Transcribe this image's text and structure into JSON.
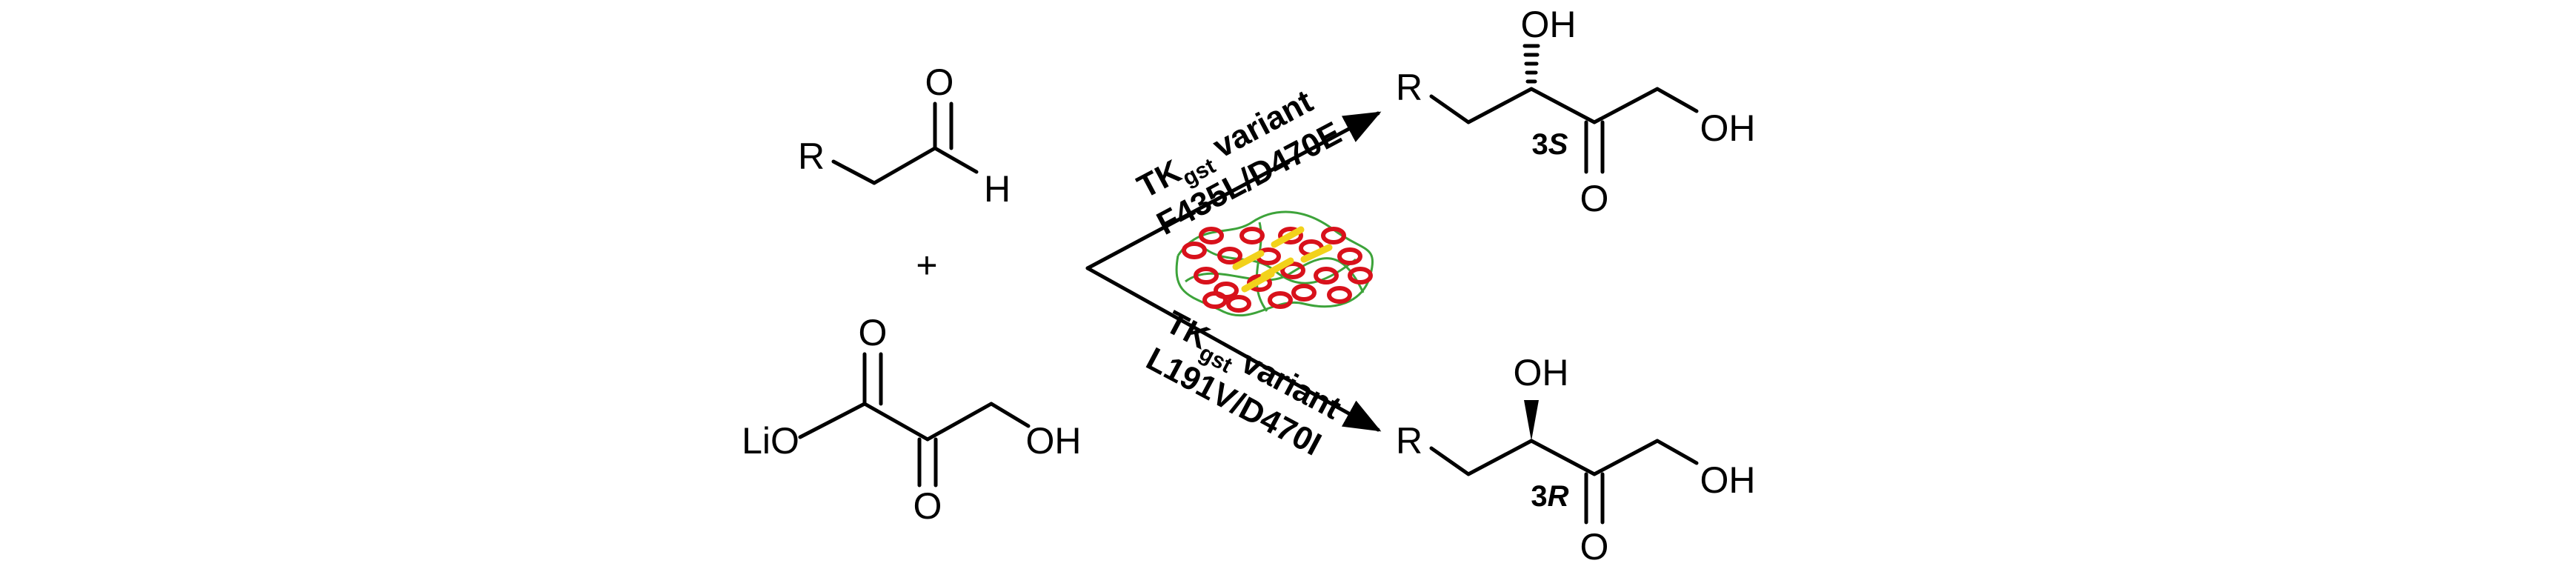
{
  "reactant_aldehyde": {
    "r": "R",
    "o": "O",
    "h": "H"
  },
  "plus": "+",
  "reactant_pyruvate": {
    "lio": "LiO",
    "o1": "O",
    "o2": "O",
    "oh": "OH"
  },
  "upper_enzyme": {
    "tk": "TK",
    "sub": "gst",
    "variant": "variant",
    "mutations": "F435L/D470E"
  },
  "lower_enzyme": {
    "tk": "TK",
    "sub": "gst",
    "variant": "variant",
    "mutations": "L191V/D470I"
  },
  "product_3s": {
    "r": "R",
    "oh_top": "OH",
    "stereo_num": "3",
    "stereo_letter": "S",
    "o": "O",
    "oh_end": "OH"
  },
  "product_3r": {
    "r": "R",
    "oh_top": "OH",
    "stereo_num": "3",
    "stereo_letter": "R",
    "o": "O",
    "oh_end": "OH"
  },
  "colors": {
    "protein_red": "#d8111b",
    "protein_yellow": "#f2d21b",
    "protein_green": "#3da33a"
  }
}
